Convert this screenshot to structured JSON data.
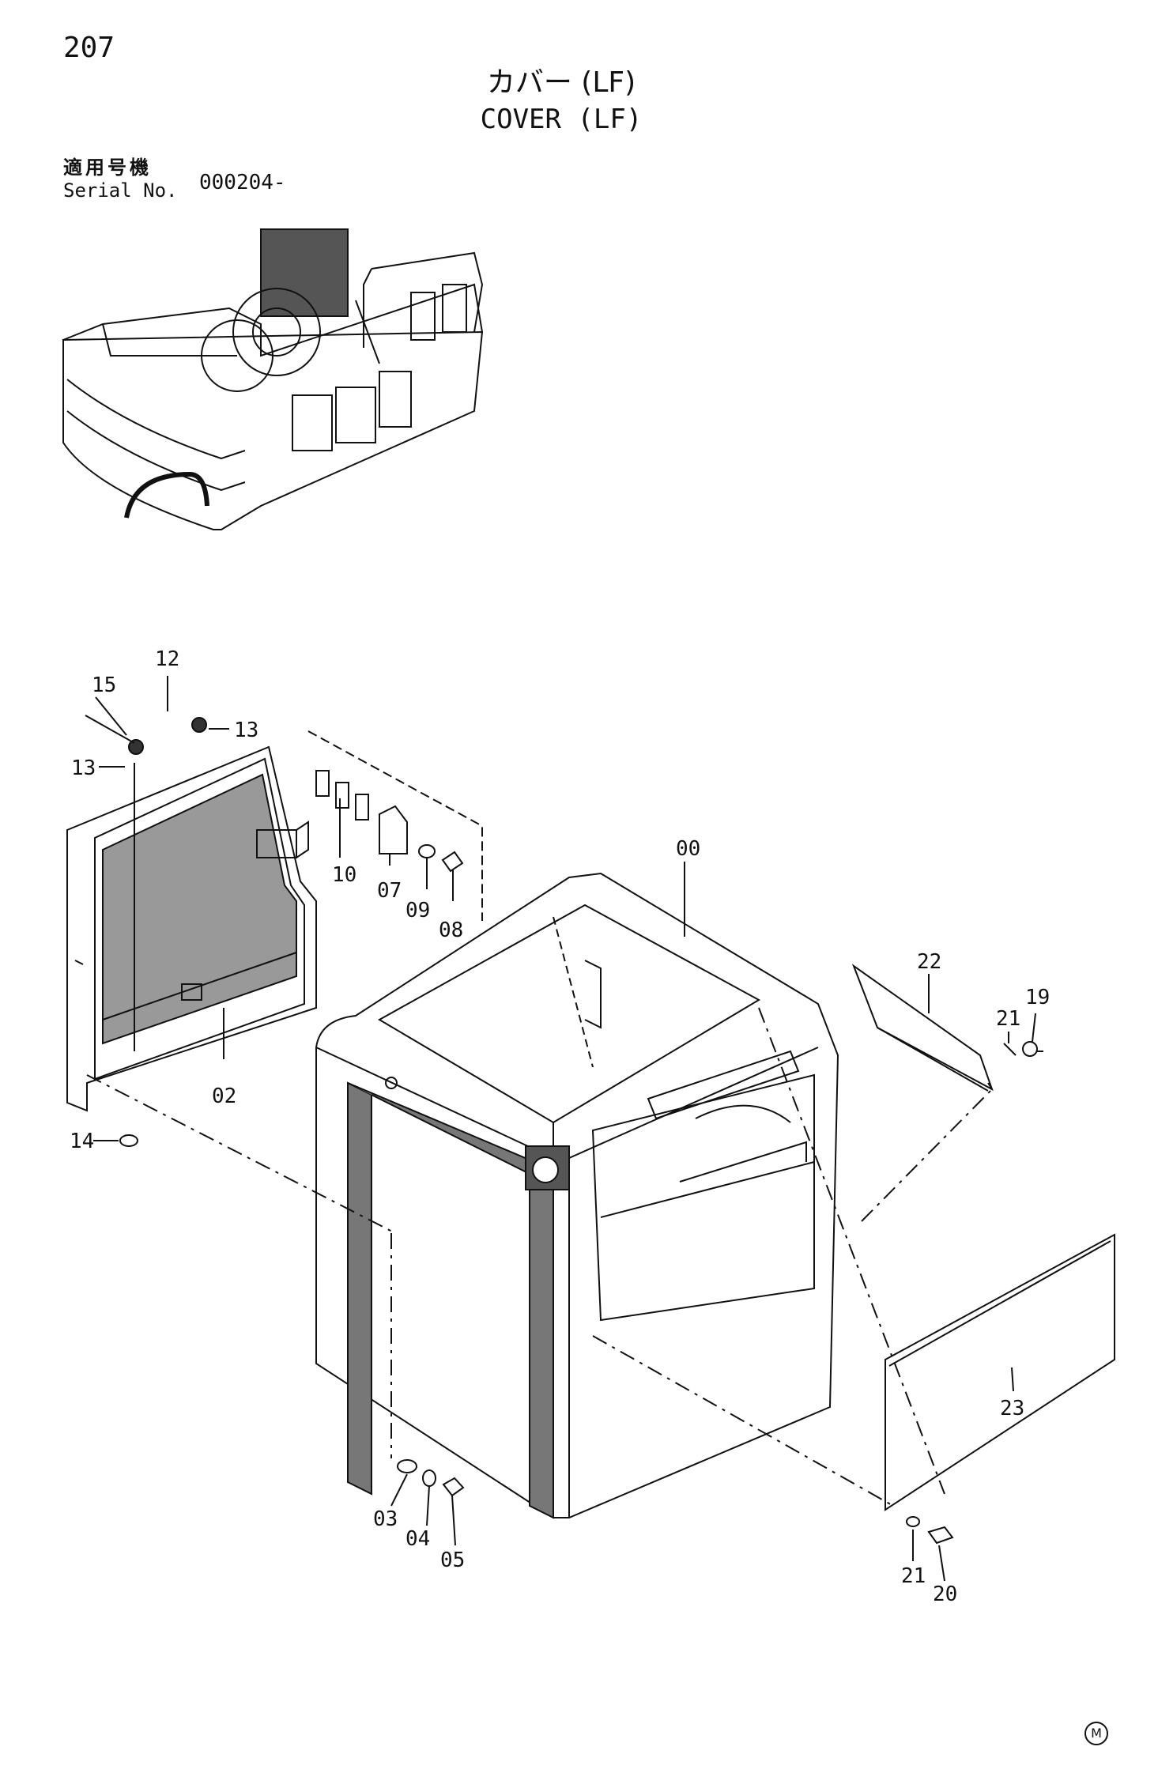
{
  "page": {
    "number": "207",
    "title_ja": "カバー (LF)",
    "title_en": "COVER (LF)"
  },
  "serial": {
    "label_ja": "適用号機",
    "label_en": "Serial No.",
    "value": "000204-"
  },
  "callouts": [
    "15",
    "12",
    "13",
    "13",
    "10",
    "07",
    "09",
    "08",
    "00",
    "02",
    "14",
    "22",
    "21",
    "19",
    "03",
    "04",
    "05",
    "23",
    "21",
    "20"
  ],
  "mark": "M",
  "icons": [
    "machine-overview-icon",
    "door-panel-icon",
    "cover-box-icon",
    "top-plate-icon",
    "side-panel-icon"
  ]
}
